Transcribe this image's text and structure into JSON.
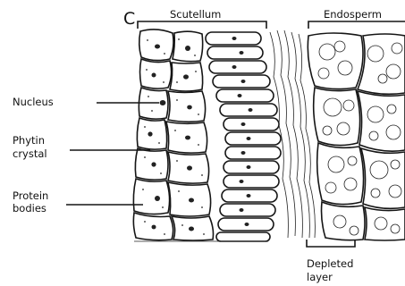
{
  "figure": {
    "panel_letter": "C",
    "brackets": {
      "scutellum": "Scutellum",
      "endosperm": "Endosperm",
      "depleted_layer_line1": "Depleted",
      "depleted_layer_line2": "layer"
    },
    "labels": {
      "nucleus": "Nucleus",
      "phytin_line1": "Phytin",
      "phytin_line2": "crystal",
      "protein_line1": "Protein",
      "protein_line2": "bodies"
    }
  }
}
